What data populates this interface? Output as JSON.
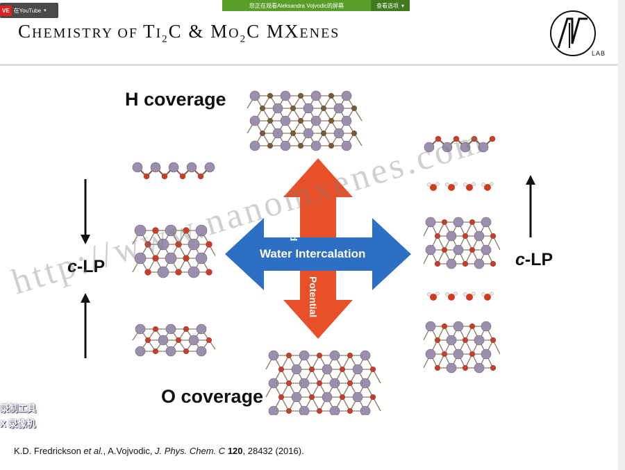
{
  "browser_overlay": {
    "live_badge": "VE",
    "source_label": "在YouTube",
    "caret": "▾",
    "share_notice": "您正在观看Aleksandra  Vojvodic的屏幕",
    "view_options_label": "查看选项",
    "view_options_caret": "▾"
  },
  "slide": {
    "title_parts": [
      "C",
      "HEMISTRY OF ",
      "T",
      "I",
      "2",
      "C & ",
      "M",
      "O",
      "2",
      "C ",
      "MX",
      "ENES"
    ],
    "logo_text": "AV",
    "logo_lab": "LAB",
    "labels": {
      "h_coverage": "H coverage",
      "o_coverage": "O coverage",
      "clp_left_italic": "c",
      "clp_left_rest": "-LP",
      "clp_right_italic": "c",
      "clp_right_rest": "-LP",
      "applied": "Applied",
      "water_intercalation": "Water Intercalation",
      "potential": "Potential"
    },
    "citation": {
      "authors": "K.D. Fredrickson ",
      "et_al": "et al.",
      "coauthor": ", A.Vojvodic, ",
      "journal": "J. Phys. Chem. C",
      "volume": "120",
      "pages_year": ", 28432 (2016)."
    },
    "colors": {
      "arrow_red": "#e8502a",
      "arrow_blue": "#2d6fc2",
      "atom_purple": "#9c8fad",
      "atom_red": "#d23a1e",
      "atom_brown": "#7a5a30"
    }
  },
  "watermark": {
    "text": "http://www.nanomxenes.com"
  },
  "recorder_overlay": {
    "line1": "录制工具",
    "line2": "X 录像机"
  }
}
